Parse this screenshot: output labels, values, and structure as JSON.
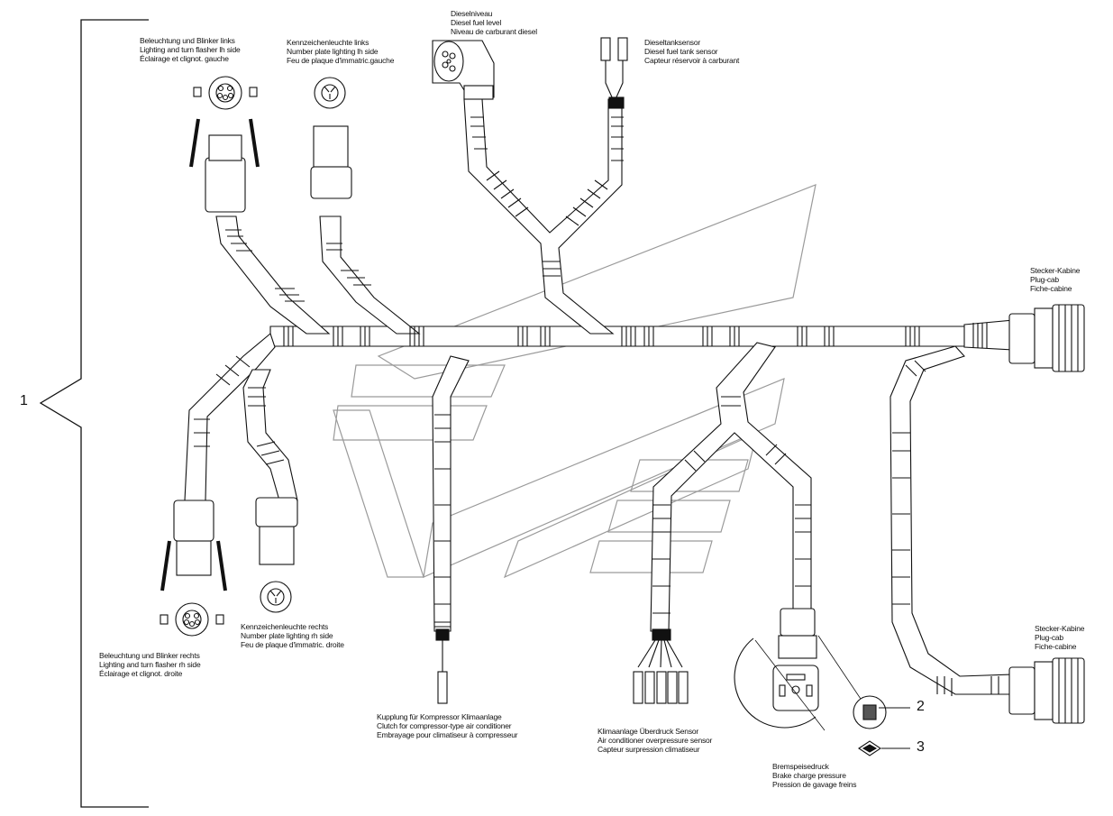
{
  "labels": {
    "lighting_left": [
      "Beleuchtung und Blinker links",
      "Lighting and turn flasher lh side",
      "Éclairage et clignot. gauche"
    ],
    "plate_left": [
      "Kennzeichenleuchte links",
      "Number plate lighting lh side",
      "Feu de plaque d'immatric.gauche"
    ],
    "diesel_level": [
      "Dieselniveau",
      "Diesel fuel level",
      "Niveau de carburant diesel"
    ],
    "diesel_tank": [
      "Dieseltanksensor",
      "Diesel fuel tank sensor",
      "Capteur réservoir à carburant"
    ],
    "plug_cab_top": [
      "Stecker-Kabine",
      "Plug-cab",
      "Fiche-cabine"
    ],
    "plate_right": [
      "Kennzeichenleuchte rechts",
      "Number plate lighting rh side",
      "Feu de plaque d'immatric. droite"
    ],
    "lighting_right": [
      "Beleuchtung und Blinker rechts",
      "Lighting and turn flasher rh side",
      "Éclairage et clignot. droite"
    ],
    "compressor": [
      "Kupplung für Kompressor Klimaanlage",
      "Clutch for compressor-type air conditioner",
      "Embrayage pour climatiseur à compresseur"
    ],
    "ac_sensor": [
      "Klimaanlage Überdruck Sensor",
      "Air conditioner overpressure sensor",
      "Capteur surpression climatiseur"
    ],
    "brake": [
      "Bremspeisedruck",
      "Brake charge pressure",
      "Pression de gavage freins"
    ],
    "plug_cab_bottom": [
      "Stecker-Kabine",
      "Plug-cab",
      "Fiche-cabine"
    ]
  },
  "callouts": {
    "c1": "1",
    "c2": "2",
    "c3": "3"
  },
  "colors": {
    "line": "#111111",
    "watermark": "#9a9a9a"
  }
}
